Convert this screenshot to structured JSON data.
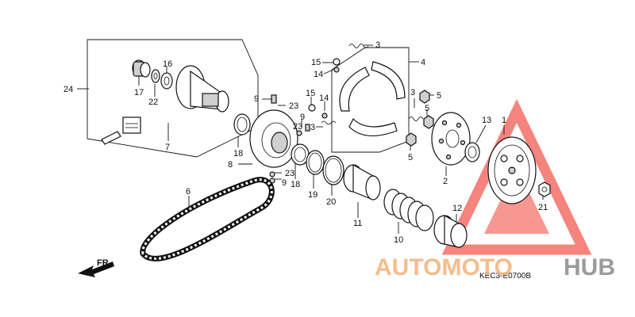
{
  "diagram": {
    "callouts": [
      {
        "id": "c24",
        "text": "24"
      },
      {
        "id": "c17",
        "text": "17"
      },
      {
        "id": "c22",
        "text": "22"
      },
      {
        "id": "c16",
        "text": "16"
      },
      {
        "id": "c7",
        "text": "7"
      },
      {
        "id": "c9a",
        "text": "9"
      },
      {
        "id": "c23a",
        "text": "23"
      },
      {
        "id": "c18a",
        "text": "18"
      },
      {
        "id": "c8",
        "text": "8"
      },
      {
        "id": "c23b",
        "text": "23"
      },
      {
        "id": "c9b",
        "text": "9"
      },
      {
        "id": "c18b",
        "text": "18"
      },
      {
        "id": "c15a",
        "text": "15"
      },
      {
        "id": "c14a",
        "text": "14"
      },
      {
        "id": "c15b",
        "text": "15"
      },
      {
        "id": "c14b",
        "text": "14"
      },
      {
        "id": "c9c",
        "text": "9"
      },
      {
        "id": "c23c",
        "text": "23"
      },
      {
        "id": "c3a",
        "text": "3"
      },
      {
        "id": "c3b",
        "text": "3"
      },
      {
        "id": "c4",
        "text": "4"
      },
      {
        "id": "c3c",
        "text": "3"
      },
      {
        "id": "c5a",
        "text": "5"
      },
      {
        "id": "c5b",
        "text": "5"
      },
      {
        "id": "c5c",
        "text": "5"
      },
      {
        "id": "c19",
        "text": "19"
      },
      {
        "id": "c20",
        "text": "20"
      },
      {
        "id": "c11",
        "text": "11"
      },
      {
        "id": "c10",
        "text": "10"
      },
      {
        "id": "c6",
        "text": "6"
      },
      {
        "id": "c2",
        "text": "2"
      },
      {
        "id": "c13",
        "text": "13"
      },
      {
        "id": "c1",
        "text": "1"
      },
      {
        "id": "c21",
        "text": "21"
      },
      {
        "id": "c12",
        "text": "12"
      }
    ],
    "direction_label": "FR.",
    "diagram_code": "KEC3-E0700B",
    "watermark": {
      "part1": "AUTOMOTO",
      "part2": "HUB",
      "color1": "#f3b27a",
      "color2": "#8a8a8a",
      "triangle_color": "#f25c54"
    }
  }
}
